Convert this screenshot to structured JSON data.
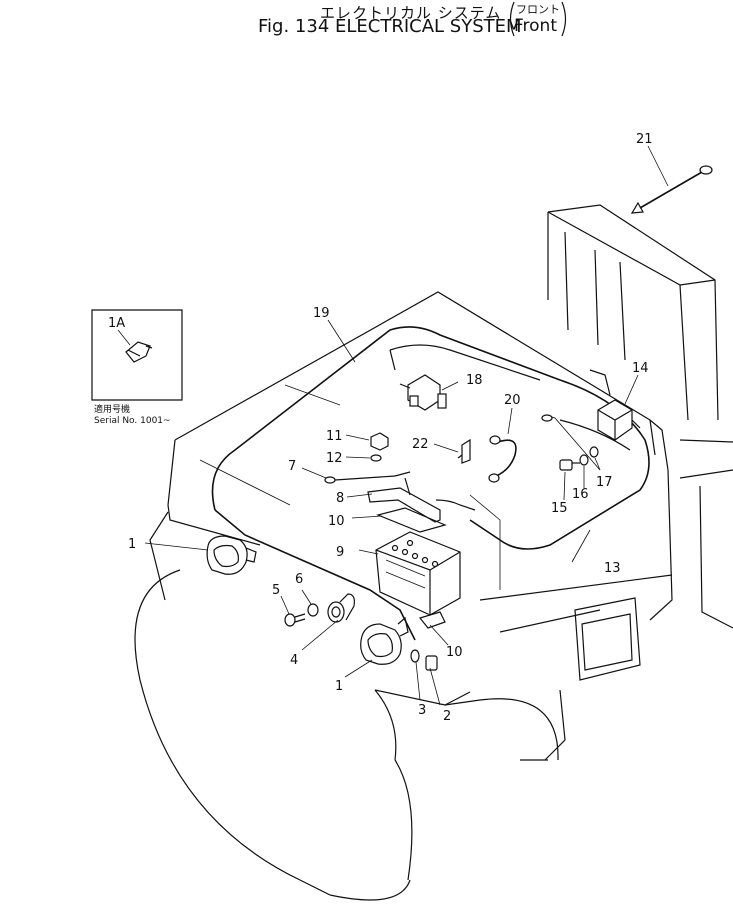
{
  "header": {
    "title_jp": "エレクトリカル システム",
    "title_en": "Fig. 134 ELECTRICAL SYSTEM",
    "variant_jp": "フロント",
    "variant_en": "Front"
  },
  "inset": {
    "part_label": "1A",
    "serial_jp": "適用号機",
    "serial_en": "Serial No. 1001~"
  },
  "callouts": {
    "c1a": "1",
    "c1b": "1",
    "c2": "2",
    "c3": "3",
    "c4": "4",
    "c5": "5",
    "c6": "6",
    "c7": "7",
    "c8": "8",
    "c9": "9",
    "c10a": "10",
    "c10b": "10",
    "c11": "11",
    "c12": "12",
    "c13": "13",
    "c14": "14",
    "c15": "15",
    "c16": "16",
    "c17": "17",
    "c18": "18",
    "c19": "19",
    "c20": "20",
    "c21": "21",
    "c22": "22"
  }
}
